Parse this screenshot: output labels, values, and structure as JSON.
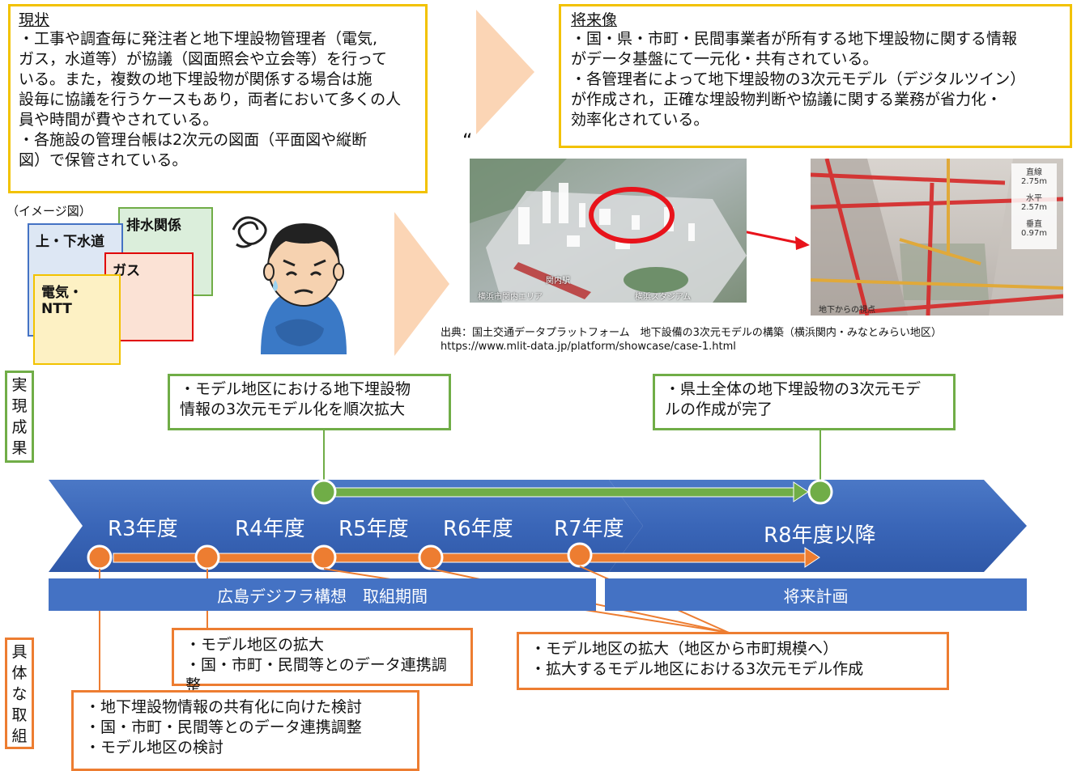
{
  "current": {
    "title": "現状",
    "lines": [
      "・工事や調査毎に発注者と地下埋設物管理者（電気,",
      "ガス，水道等）が協議（図面照会や立会等）を行って",
      "いる。また，複数の地下埋設物が関係する場合は施",
      "設毎に協議を行うケースもあり，両者において多くの人",
      "員や時間が費やされている。",
      "・各施設の管理台帳は2次元の図面（平面図や縦断",
      "図）で保管されている。"
    ]
  },
  "future": {
    "title": "将来像",
    "lines": [
      "・国・県・市町・民間事業者が所有する地下埋設物に関する情報",
      "がデータ基盤にて一元化・共有されている。",
      "・各管理者によって地下埋設物の3次元モデル（デジタルツイン）",
      "が作成され，正確な埋設物判断や協議に関する業務が省力化・",
      "効率化されている。"
    ]
  },
  "stray_mark": "“",
  "image_caption": "（イメージ図）",
  "documents": [
    "排水関係",
    "上・下水道",
    "ガス",
    "電気・NTT"
  ],
  "photo_left": {
    "station": "関内駅",
    "area": "横浜市関内エリア",
    "stadium": "横浜スタジアム"
  },
  "photo_right": {
    "bottom": "地下からの視点",
    "gauges": [
      {
        "name": "直線",
        "value": "2.75m"
      },
      {
        "name": "水平",
        "value": "2.57m"
      },
      {
        "name": "垂直",
        "value": "0.97m"
      }
    ]
  },
  "source": {
    "line1": "出典：国土交通データプラットフォーム　地下設備の3次元モデルの構築（横浜関内・みなとみらい地区）",
    "line2": "https://www.mlit-data.jp/platform/showcase/case-1.html"
  },
  "results_label": [
    "実",
    "現",
    "成",
    "果"
  ],
  "actions_label": [
    "具",
    "体",
    "な",
    "取",
    "組"
  ],
  "results": [
    {
      "lines": [
        "・モデル地区における地下埋設物",
        "情報の3次元モデル化を順次拡大"
      ]
    },
    {
      "lines": [
        "・県土全体の地下埋設物の3次元モデ",
        "ルの作成が完了"
      ]
    }
  ],
  "years": [
    "R3年度",
    "R4年度",
    "R5年度",
    "R6年度",
    "R7年度",
    "R8年度以降"
  ],
  "periods": {
    "current": "広島デジフラ構想　取組期間",
    "future": "将来計画"
  },
  "actions": [
    {
      "lines": [
        "・モデル地区の拡大",
        "・国・市町・民間等とのデータ連携調整"
      ]
    },
    {
      "lines": [
        "・モデル地区の拡大（地区から市町規模へ）",
        "・拡大するモデル地区における3次元モデル作成"
      ]
    },
    {
      "lines": [
        "・地下埋設物情報の共有化に向けた検討",
        "・国・市町・民間等とのデータ連携調整",
        "・モデル地区の検討"
      ]
    }
  ],
  "colors": {
    "yellow": "#f2c200",
    "green": "#70ad47",
    "orange": "#ed7d31",
    "blue": "#4472c4",
    "peach": "#fbd5b5"
  }
}
